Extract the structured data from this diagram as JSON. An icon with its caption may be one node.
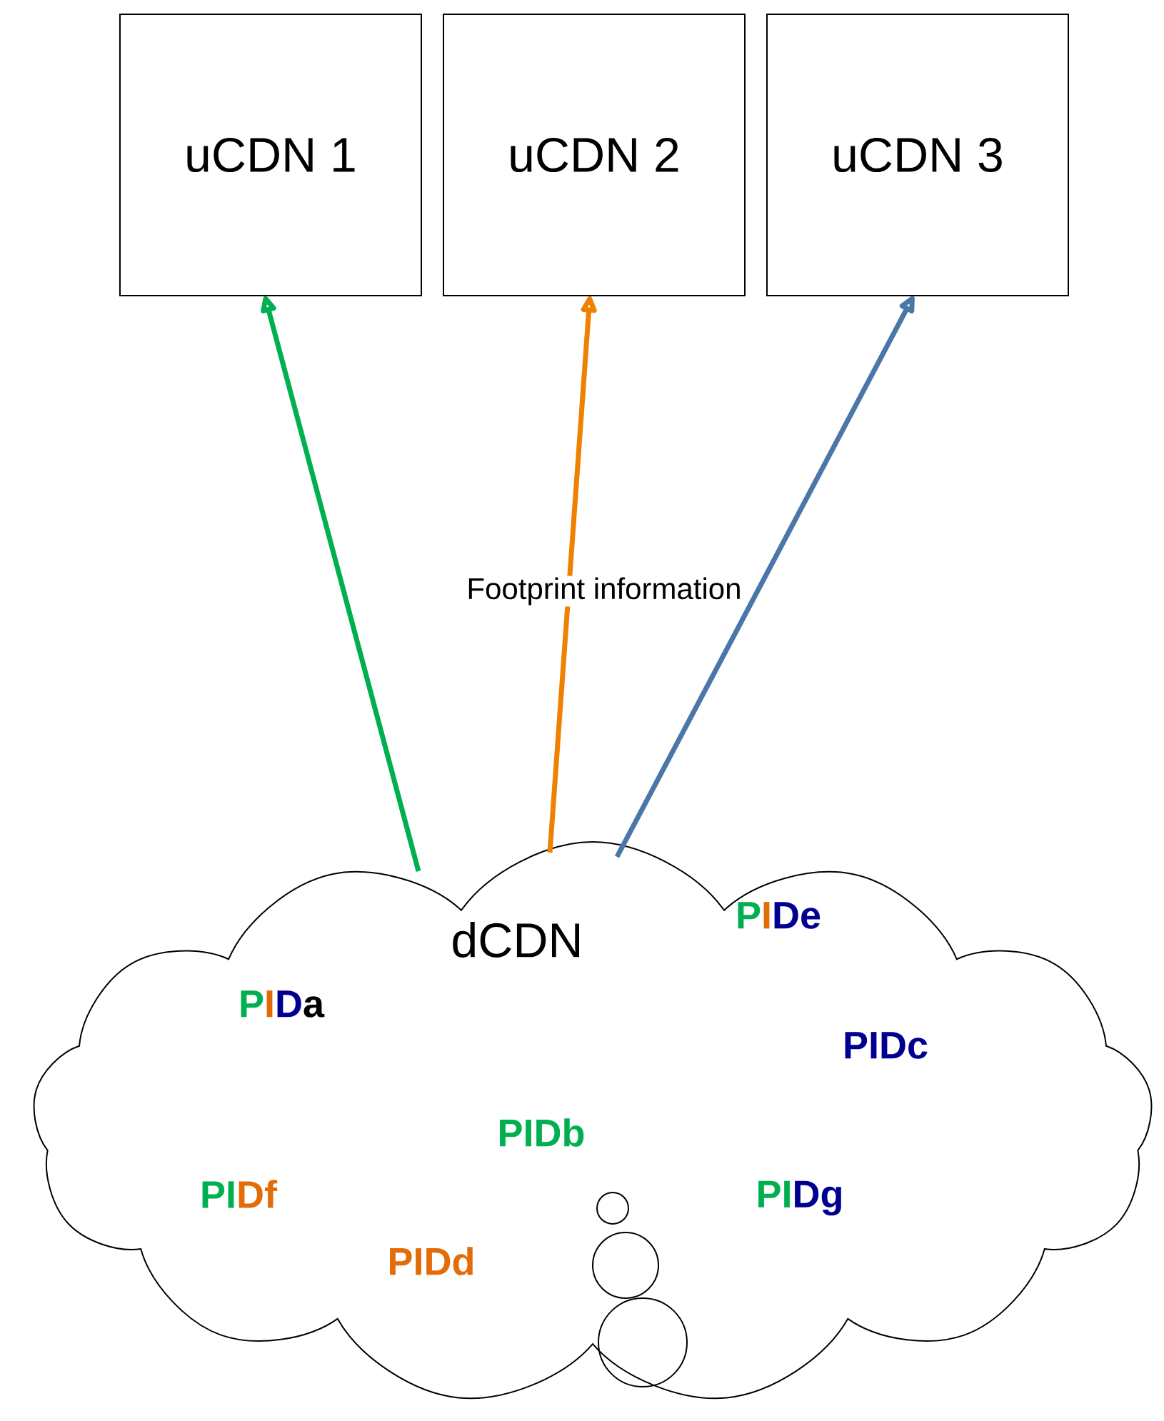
{
  "diagram": {
    "nodes": [
      {
        "text": [
          "uCDN 1"
        ]
      },
      {
        "text": [
          "uCDN 2"
        ]
      },
      {
        "text": [
          "uCDN 3"
        ]
      },
      {
        "text": [
          "dCDN"
        ]
      }
    ],
    "edges": [
      {
        "from": 3,
        "to": 0,
        "arrow": "to",
        "color": "#00b050"
      },
      {
        "from": 3,
        "to": 1,
        "arrow": "to",
        "color": "#f08000"
      },
      {
        "from": 3,
        "to": 2,
        "arrow": "to",
        "color": "#4a76a8"
      }
    ],
    "labels": [
      "Footprint information",
      "PIDe",
      "PIDa",
      "PIDc",
      "PIDb",
      "PIDf",
      "PIDg",
      "PIDd"
    ]
  }
}
